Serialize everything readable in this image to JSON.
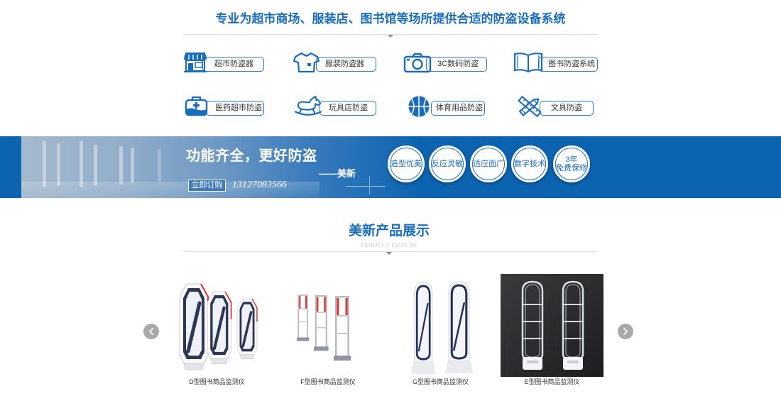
{
  "colors": {
    "brand_blue": "#1a6dbd",
    "banner_blue": "#0c63b0",
    "category_border": "#2f7cc6",
    "text_dark": "#333333",
    "subtitle_gray": "#c8c8c8",
    "divider": "#dddddd",
    "arrow_gray": "#a9a9a9",
    "dark_product_bg": "#2b2b2d"
  },
  "header": {
    "title": "专业为超市商场、服装店、图书馆等场所提供合适的防盗设备系统"
  },
  "categories": [
    {
      "label": "超市防盗器",
      "icon": "store-icon"
    },
    {
      "label": "服装防盗器",
      "icon": "tshirt-icon"
    },
    {
      "label": "3C数码防盗",
      "icon": "camera-icon"
    },
    {
      "label": "图书防盗系统",
      "icon": "book-icon"
    },
    {
      "label": "医药超市防盗",
      "icon": "medical-kit-icon"
    },
    {
      "label": "玩具店防盗",
      "icon": "rocking-horse-icon"
    },
    {
      "label": "体育用品防盗",
      "icon": "basketball-icon"
    },
    {
      "label": "文具防盗",
      "icon": "ruler-pencil-icon"
    }
  ],
  "banner": {
    "slogan": "功能齐全，更好防盗",
    "signature": "——美新",
    "order_button": "立即订购",
    "phone": "13127083566",
    "features": [
      {
        "lines": [
          "造型优美"
        ]
      },
      {
        "lines": [
          "反应灵敏"
        ]
      },
      {
        "lines": [
          "适应面广"
        ]
      },
      {
        "lines": [
          "数字技术"
        ]
      },
      {
        "lines": [
          "3年",
          "免费保修"
        ]
      }
    ]
  },
  "products": {
    "title": "美新产品展示",
    "subtitle": "PRODUCT DISPLAY",
    "prev_icon": "chevron-left-icon",
    "next_icon": "chevron-right-icon",
    "items": [
      {
        "label": "D型图书商品监测仪"
      },
      {
        "label": "F型图书商品监测仪"
      },
      {
        "label": "G型图书商品监测仪"
      },
      {
        "label": "E型图书商品监测仪"
      }
    ]
  }
}
